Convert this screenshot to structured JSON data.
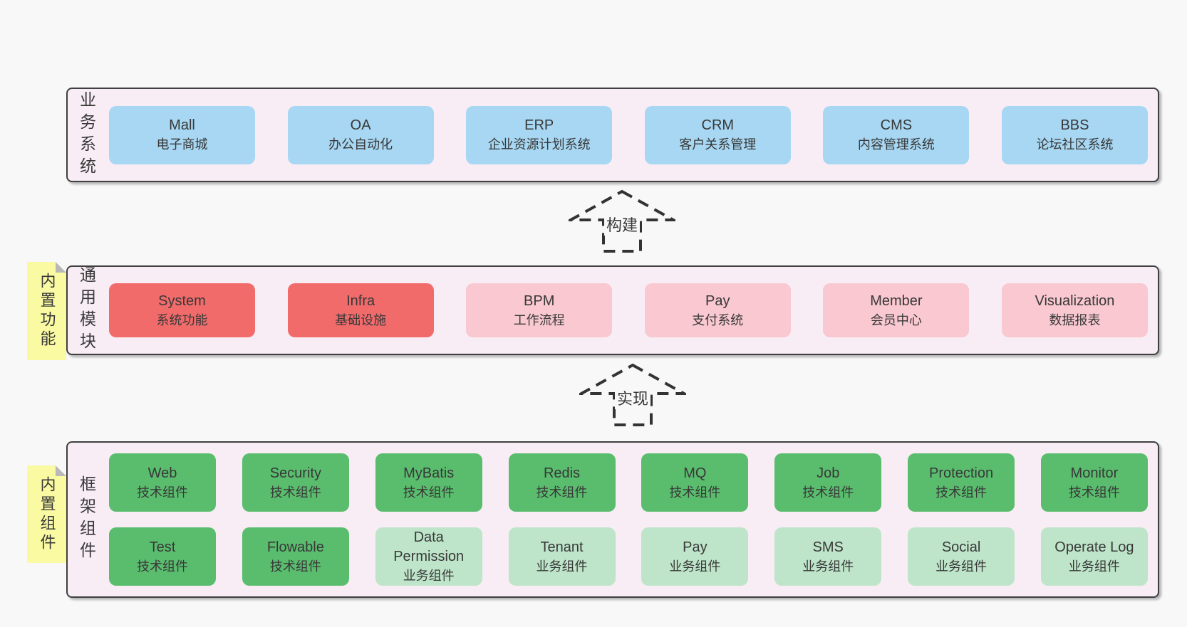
{
  "colors": {
    "page_bg": "#f8f8f8",
    "panel_bg": "#f8edf5",
    "panel_border": "#3f3f3f",
    "blue_box": "#a7d7f2",
    "red_box": "#f26b6b",
    "pink_box": "#f9c8d1",
    "green_dark_box": "#5abd6e",
    "green_light_box": "#bee5c9",
    "note_bg": "#fafaa3",
    "note_fold": "#b8b8b8",
    "text": "#383838",
    "arrow": "#333333"
  },
  "layers": {
    "business": {
      "label": "业务系统",
      "boxes": [
        {
          "name": "Mall",
          "desc": "电子商城"
        },
        {
          "name": "OA",
          "desc": "办公自动化"
        },
        {
          "name": "ERP",
          "desc": "企业资源计划系统"
        },
        {
          "name": "CRM",
          "desc": "客户关系管理"
        },
        {
          "name": "CMS",
          "desc": "内容管理系统"
        },
        {
          "name": "BBS",
          "desc": "论坛社区系统"
        }
      ]
    },
    "modules": {
      "label": "通用模块",
      "note": "内置功能",
      "boxes": [
        {
          "name": "System",
          "desc": "系统功能"
        },
        {
          "name": "Infra",
          "desc": "基础设施"
        },
        {
          "name": "BPM",
          "desc": "工作流程"
        },
        {
          "name": "Pay",
          "desc": "支付系统"
        },
        {
          "name": "Member",
          "desc": "会员中心"
        },
        {
          "name": "Visualization",
          "desc": "数据报表"
        }
      ]
    },
    "components": {
      "label": "框架组件",
      "note": "内置组件",
      "row1": [
        {
          "name": "Web",
          "desc": "技术组件"
        },
        {
          "name": "Security",
          "desc": "技术组件"
        },
        {
          "name": "MyBatis",
          "desc": "技术组件"
        },
        {
          "name": "Redis",
          "desc": "技术组件"
        },
        {
          "name": "MQ",
          "desc": "技术组件"
        },
        {
          "name": "Job",
          "desc": "技术组件"
        },
        {
          "name": "Protection",
          "desc": "技术组件"
        },
        {
          "name": "Monitor",
          "desc": "技术组件"
        }
      ],
      "row2": [
        {
          "name": "Test",
          "desc": "技术组件"
        },
        {
          "name": "Flowable",
          "desc": "技术组件"
        },
        {
          "name": "Data Permission",
          "desc": "业务组件"
        },
        {
          "name": "Tenant",
          "desc": "业务组件"
        },
        {
          "name": "Pay",
          "desc": "业务组件"
        },
        {
          "name": "SMS",
          "desc": "业务组件"
        },
        {
          "name": "Social",
          "desc": "业务组件"
        },
        {
          "name": "Operate Log",
          "desc": "业务组件"
        }
      ]
    }
  },
  "arrows": {
    "build": {
      "label": "构建"
    },
    "implement": {
      "label": "实现"
    }
  }
}
